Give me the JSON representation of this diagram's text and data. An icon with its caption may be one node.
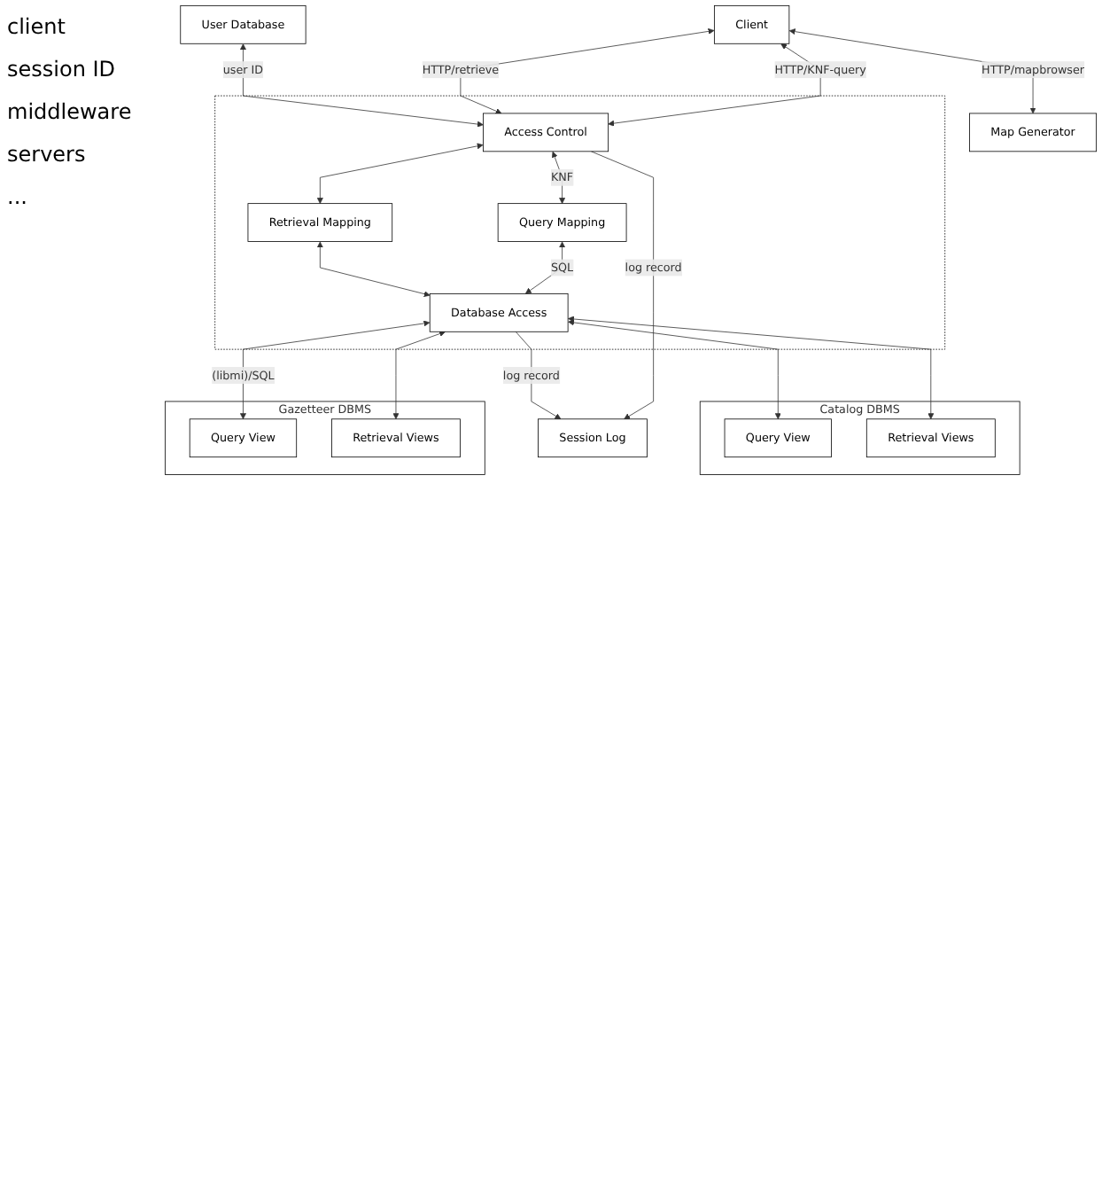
{
  "diagram": {
    "nodes": [
      {
        "text": [
          "Client"
        ]
      },
      {
        "text": [
          "Map Generator"
        ]
      },
      {
        "text": [],
        "shape": "box"
      },
      {
        "text": [
          "Access Control"
        ],
        "in": 2
      },
      {
        "text": [
          "Query Mapping"
        ],
        "in": 2
      },
      {
        "text": [
          "Retrieval Mapping"
        ],
        "in": 2
      },
      {
        "text": [
          "Session Log"
        ]
      },
      {
        "text": [
          "Database Access"
        ],
        "in": 2
      },
      {
        "text": [
          "User Database"
        ]
      },
      {
        "text": [
          "Gazetteer DBMS"
        ]
      },
      {
        "text": [
          "Query View"
        ],
        "in": 9
      },
      {
        "text": [
          "Retrieval Views"
        ],
        "in": 9
      },
      {
        "text": [
          "Catalog DBMS"
        ]
      },
      {
        "text": [
          "Query View"
        ],
        "in": 12
      },
      {
        "text": [
          "Retrieval Views"
        ],
        "in": 12
      }
    ],
    "edges": [
      {
        "from": 0,
        "to": 3,
        "arrow": "both",
        "label": "HTTP/KNF-query"
      },
      {
        "from": 0,
        "to": 3,
        "arrow": "both",
        "label": "HTTP/retrieve"
      },
      {
        "from": 0,
        "to": 1,
        "arrow": "both",
        "label": "HTTP/mapbrowser"
      },
      {
        "from": 3,
        "to": 4,
        "arrow": "both",
        "label": "KNF"
      },
      {
        "from": 3,
        "to": 5,
        "arrow": "both"
      },
      {
        "from": 4,
        "to": 7,
        "arrow": "both",
        "label": "SQL"
      },
      {
        "from": 5,
        "to": 7,
        "arrow": "both"
      },
      {
        "from": 3,
        "to": 6,
        "arrow": "to",
        "label": "log record"
      },
      {
        "from": 7,
        "to": 6,
        "arrow": "to",
        "label": "log record"
      },
      {
        "from": 8,
        "to": 3,
        "arrow": "both",
        "label": "user ID"
      },
      {
        "from": 7,
        "to": 10,
        "arrow": "both",
        "label": "(libmi)/SQL"
      },
      {
        "from": 7,
        "to": 11,
        "arrow": "both"
      },
      {
        "from": 7,
        "to": 13,
        "arrow": "both"
      },
      {
        "from": 7,
        "to": 14,
        "arrow": "both"
      }
    ],
    "labels": [
      "client",
      "session ID",
      "middleware",
      "servers",
      "..."
    ]
  }
}
